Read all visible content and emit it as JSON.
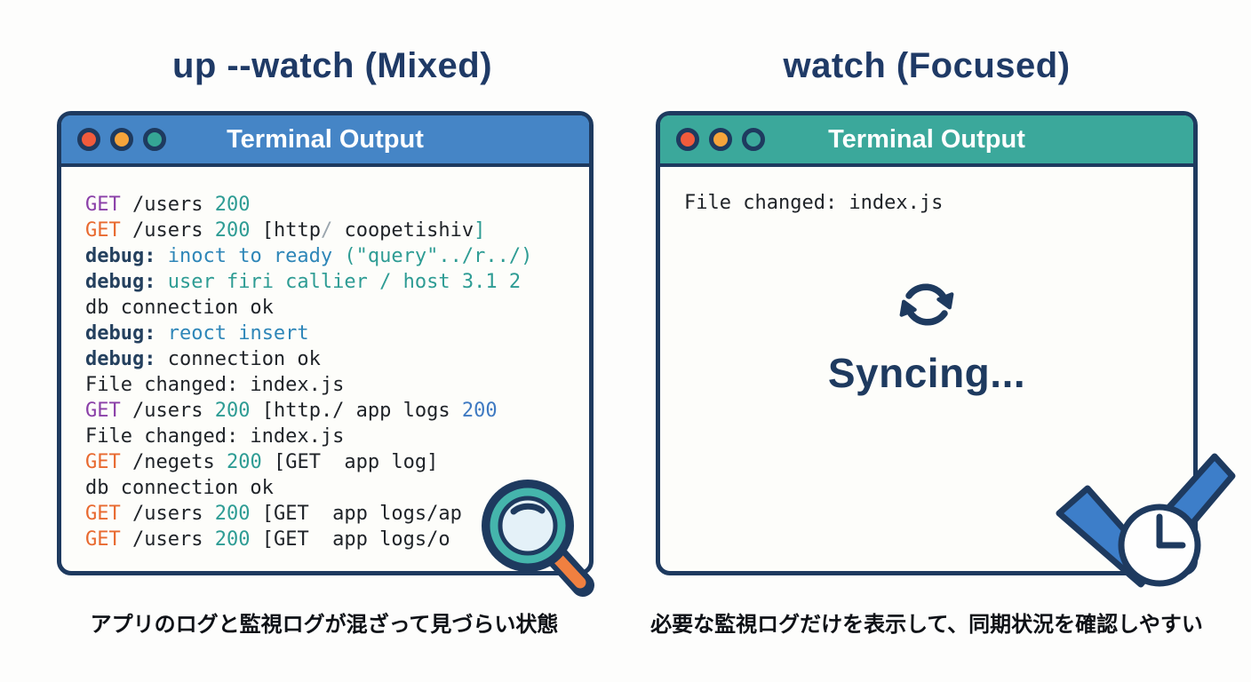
{
  "left_panel": {
    "title": "up --watch (Mixed)",
    "window_title": "Terminal Output",
    "caption": "アプリのログと監視ログが混ざって見づらい状態",
    "header_color": "#4585C6",
    "dot_colors": [
      "#F15B3C",
      "#F6A43B",
      "#35A695"
    ],
    "log_lines": [
      [
        {
          "text": "GET",
          "color": "purple"
        },
        {
          "text": " /users ",
          "color": "dark"
        },
        {
          "text": "200",
          "color": "teal"
        }
      ],
      [
        {
          "text": "GET",
          "color": "orange"
        },
        {
          "text": " /users ",
          "color": "dark"
        },
        {
          "text": "200",
          "color": "teal"
        },
        {
          "text": " [http",
          "color": "dark"
        },
        {
          "text": "/",
          "color": "gray"
        },
        {
          "text": " coopetishiv",
          "color": "dark"
        },
        {
          "text": "]",
          "color": "teal"
        }
      ],
      [
        {
          "text": "debug:",
          "color": "navy"
        },
        {
          "text": " inoct to ready ",
          "color": "blue"
        },
        {
          "text": "(\"query\"../r../)",
          "color": "teal"
        }
      ],
      [
        {
          "text": "debug:",
          "color": "navy"
        },
        {
          "text": " user firi callier / host 3.1 2",
          "color": "teal"
        }
      ],
      [
        {
          "text": "db connection ok",
          "color": "dark"
        }
      ],
      [
        {
          "text": "debug:",
          "color": "navy"
        },
        {
          "text": " reoct insert",
          "color": "blue"
        }
      ],
      [
        {
          "text": "debug:",
          "color": "navy"
        },
        {
          "text": " connection ok",
          "color": "dark"
        }
      ],
      [
        {
          "text": "File changed: index.js",
          "color": "dark"
        }
      ],
      [
        {
          "text": "GET",
          "color": "purple"
        },
        {
          "text": " /users ",
          "color": "dark"
        },
        {
          "text": "200",
          "color": "teal"
        },
        {
          "text": " [http./ app logs ",
          "color": "dark"
        },
        {
          "text": "200",
          "color": "blue2"
        }
      ],
      [
        {
          "text": "File changed: index.js",
          "color": "dark"
        }
      ],
      [
        {
          "text": "GET",
          "color": "orange"
        },
        {
          "text": " /negets ",
          "color": "dark"
        },
        {
          "text": "200",
          "color": "teal"
        },
        {
          "text": " [GET  app log]",
          "color": "dark"
        }
      ],
      [
        {
          "text": "db connection ok",
          "color": "dark"
        }
      ],
      [
        {
          "text": "GET",
          "color": "orange"
        },
        {
          "text": " /users ",
          "color": "dark"
        },
        {
          "text": "200",
          "color": "teal"
        },
        {
          "text": " [GET  app logs/ap",
          "color": "dark"
        }
      ],
      [
        {
          "text": "GET",
          "color": "orange"
        },
        {
          "text": " /users ",
          "color": "dark"
        },
        {
          "text": "200",
          "color": "teal"
        },
        {
          "text": " [GET  app logs/o",
          "color": "dark"
        }
      ]
    ]
  },
  "right_panel": {
    "title": "watch (Focused)",
    "window_title": "Terminal Output",
    "caption": "必要な監視ログだけを表示して、同期状況を確認しやすい",
    "header_color": "#3BA89B",
    "dot_colors": [
      "#F15B3C",
      "#F6A43B",
      "transparent"
    ],
    "log_line": "File changed: index.js",
    "syncing_label": "Syncing..."
  },
  "icons": {
    "magnifier": {
      "outline": "#1E3A5F",
      "ring": "#45B5AC",
      "glass": "#E4F1F8",
      "handle": "#F08040"
    },
    "checkmark": {
      "fill": "#3D7EC9",
      "outline": "#1E3A5F"
    },
    "clock": {
      "face": "#FEFEFE",
      "outline": "#1E3A5F"
    },
    "sync_arrows": {
      "color": "#1E3A5F"
    }
  },
  "colors": {
    "purple": "#8A3FA8",
    "orange": "#E8692F",
    "teal": "#2E9C94",
    "blue": "#2E86B8",
    "blue2": "#3F7AC2",
    "navy": "#24405E",
    "dark": "#1F2328",
    "gray": "#9AA5AD",
    "title": "#1F3A66",
    "window_border": "#1E3A5F"
  }
}
